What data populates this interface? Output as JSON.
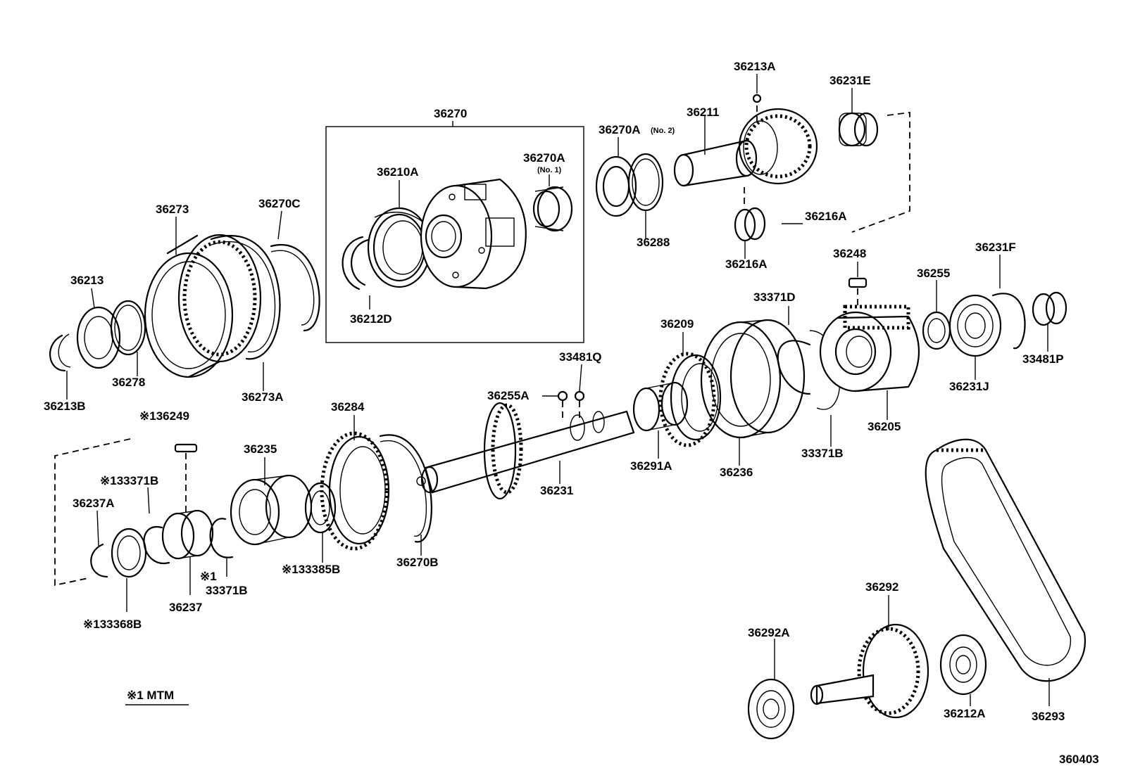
{
  "diagram_id": "360403",
  "legend": {
    "note": "※1 MTM"
  },
  "labels": [
    {
      "key": "l36213A",
      "text": "36213A"
    },
    {
      "key": "l36231E",
      "text": "36231E"
    },
    {
      "key": "l36270",
      "text": "36270"
    },
    {
      "key": "l36211",
      "text": "36211"
    },
    {
      "key": "l36270A_no2",
      "text": "36270A"
    },
    {
      "key": "l36270A_no2_sub",
      "text": "(No. 2)"
    },
    {
      "key": "l36270A_no1",
      "text": "36270A"
    },
    {
      "key": "l36270A_no1_sub",
      "text": "(No. 1)"
    },
    {
      "key": "l36210A",
      "text": "36210A"
    },
    {
      "key": "l36273",
      "text": "36273"
    },
    {
      "key": "l36270C",
      "text": "36270C"
    },
    {
      "key": "l36288",
      "text": "36288"
    },
    {
      "key": "l36216A_r",
      "text": "36216A"
    },
    {
      "key": "l36216A_b",
      "text": "36216A"
    },
    {
      "key": "l36248",
      "text": "36248"
    },
    {
      "key": "l36231F",
      "text": "36231F"
    },
    {
      "key": "l36255",
      "text": "36255"
    },
    {
      "key": "l36213",
      "text": "36213"
    },
    {
      "key": "l33371D",
      "text": "33371D"
    },
    {
      "key": "l36212D",
      "text": "36212D"
    },
    {
      "key": "l36209",
      "text": "36209"
    },
    {
      "key": "l33481P",
      "text": "33481P"
    },
    {
      "key": "l33481Q",
      "text": "33481Q"
    },
    {
      "key": "l36278",
      "text": "36278"
    },
    {
      "key": "l36231J",
      "text": "36231J"
    },
    {
      "key": "l36213B",
      "text": "36213B"
    },
    {
      "key": "l36273A",
      "text": "36273A"
    },
    {
      "key": "l36255A",
      "text": "36255A"
    },
    {
      "key": "l36284",
      "text": "36284"
    },
    {
      "key": "l36205",
      "text": "36205"
    },
    {
      "key": "l136249",
      "text": "※136249"
    },
    {
      "key": "l33371B_r",
      "text": "33371B"
    },
    {
      "key": "l36235",
      "text": "36235"
    },
    {
      "key": "l36291A",
      "text": "36291A"
    },
    {
      "key": "l36236",
      "text": "36236"
    },
    {
      "key": "l133371B",
      "text": "※133371B"
    },
    {
      "key": "l36231",
      "text": "36231"
    },
    {
      "key": "l36237A",
      "text": "36237A"
    },
    {
      "key": "l36270B",
      "text": "36270B"
    },
    {
      "key": "l133385B",
      "text": "※133385B"
    },
    {
      "key": "lx1",
      "text": "※1"
    },
    {
      "key": "l33371B_b",
      "text": "33371B"
    },
    {
      "key": "l36237",
      "text": "36237"
    },
    {
      "key": "l36292",
      "text": "36292"
    },
    {
      "key": "l133368B",
      "text": "※133368B"
    },
    {
      "key": "l36292A",
      "text": "36292A"
    },
    {
      "key": "l36212A",
      "text": "36212A"
    },
    {
      "key": "l36293",
      "text": "36293"
    }
  ]
}
